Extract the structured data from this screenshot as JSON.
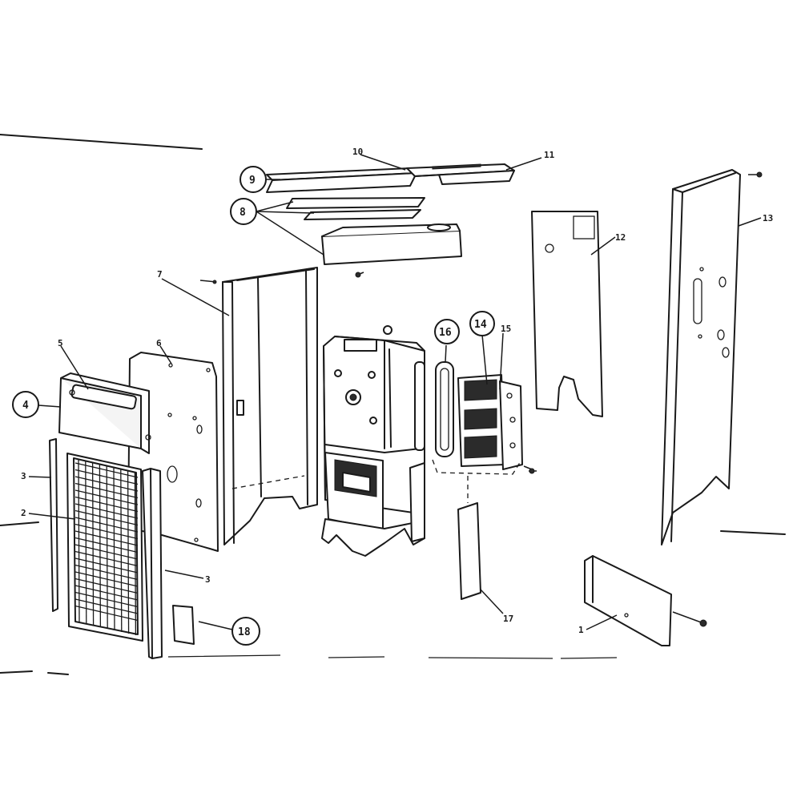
{
  "diagram": {
    "callouts": {
      "p1": "1",
      "p2": "2",
      "p3a": "3",
      "p3b": "3",
      "p4": "4",
      "p5": "5",
      "p6": "6",
      "p7": "7",
      "p8": "8",
      "p9": "9",
      "p10": "10",
      "p11": "11",
      "p12": "12",
      "p13": "13",
      "p14": "14",
      "p15": "15",
      "p16": "16",
      "p17": "17",
      "p18": "18"
    },
    "stroke_color": "#1a1a1a",
    "background_color": "#ffffff"
  }
}
